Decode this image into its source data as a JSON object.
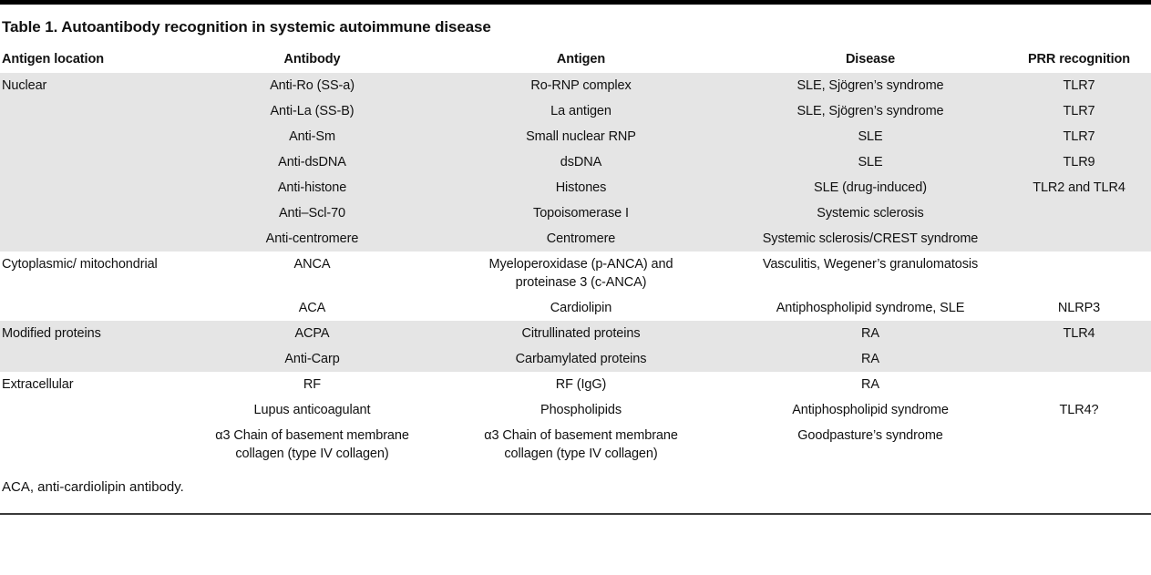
{
  "title": "Table 1. Autoantibody recognition in systemic autoimmune disease",
  "footnote": "ACA, anti-cardiolipin antibody.",
  "colors": {
    "shaded_row": "#e5e5e5",
    "text": "#111111",
    "top_rule": "#000000",
    "bottom_rule": "#3a3a3a"
  },
  "table": {
    "headers": [
      "Antigen location",
      "Antibody",
      "Antigen",
      "Disease",
      "PRR recognition"
    ],
    "sections": [
      {
        "shaded": true,
        "rows": [
          {
            "cells": [
              "Nuclear",
              "Anti-Ro (SS-a)",
              "Ro-RNP complex",
              "SLE, Sjögren’s syndrome",
              "TLR7"
            ]
          },
          {
            "cells": [
              "",
              "Anti-La (SS-B)",
              "La antigen",
              "SLE, Sjögren’s syndrome",
              "TLR7"
            ]
          },
          {
            "cells": [
              "",
              "Anti-Sm",
              "Small nuclear RNP",
              "SLE",
              "TLR7"
            ]
          },
          {
            "cells": [
              "",
              "Anti-dsDNA",
              "dsDNA",
              "SLE",
              "TLR9"
            ]
          },
          {
            "cells": [
              "",
              "Anti-histone",
              "Histones",
              "SLE (drug-induced)",
              "TLR2 and TLR4"
            ]
          },
          {
            "cells": [
              "",
              "Anti–Scl-70",
              "Topoisomerase I",
              "Systemic sclerosis",
              ""
            ]
          },
          {
            "cells": [
              "",
              "Anti-centromere",
              "Centromere",
              "Systemic sclerosis/CREST syndrome",
              ""
            ]
          }
        ]
      },
      {
        "shaded": false,
        "rows": [
          {
            "cells": [
              "Cytoplasmic/ mitochondrial",
              "ANCA",
              "Myeloperoxidase (p-ANCA) and\nproteinase 3 (c-ANCA)",
              "Vasculitis, Wegener’s granulomatosis",
              ""
            ]
          },
          {
            "cells": [
              "",
              "ACA",
              "Cardiolipin",
              "Antiphospholipid syndrome, SLE",
              "NLRP3"
            ]
          }
        ]
      },
      {
        "shaded": true,
        "rows": [
          {
            "cells": [
              "Modified proteins",
              "ACPA",
              "Citrullinated proteins",
              "RA",
              "TLR4"
            ]
          },
          {
            "cells": [
              "",
              "Anti-Carp",
              "Carbamylated proteins",
              "RA",
              ""
            ]
          }
        ]
      },
      {
        "shaded": false,
        "rows": [
          {
            "cells": [
              "Extracellular",
              "RF",
              "RF (IgG)",
              "RA",
              ""
            ]
          },
          {
            "cells": [
              "",
              "Lupus anticoagulant",
              "Phospholipids",
              "Antiphospholipid syndrome",
              "TLR4?"
            ]
          },
          {
            "cells": [
              "",
              "α3 Chain of basement membrane\ncollagen (type IV collagen)",
              "α3 Chain of basement membrane\ncollagen (type IV collagen)",
              "Goodpasture’s syndrome",
              ""
            ]
          }
        ]
      }
    ]
  }
}
